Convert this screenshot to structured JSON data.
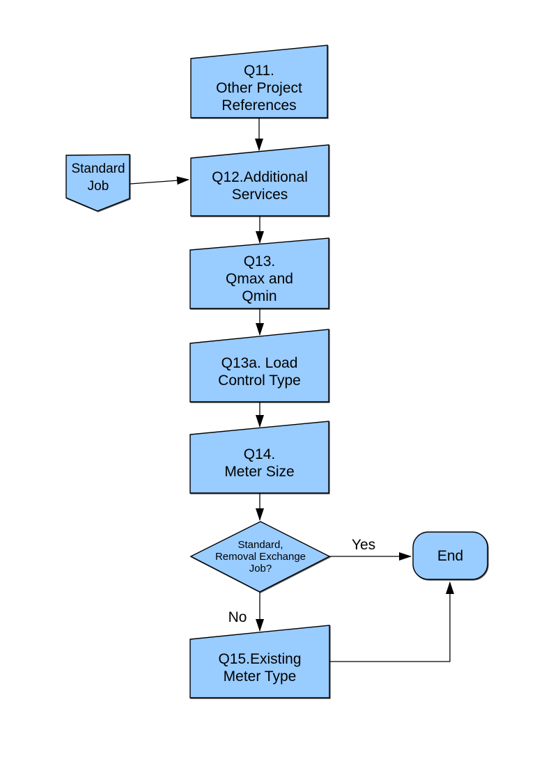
{
  "flowchart": {
    "style": {
      "fill": "#99ccff",
      "stroke": "#000000",
      "connector": "#000000",
      "text": "#000000",
      "background": "#ffffff"
    },
    "nodes": [
      {
        "id": "q11",
        "shape": "manual-input",
        "label": "Q11.\nOther Project\nReferences"
      },
      {
        "id": "standard-job",
        "shape": "pentagon-down",
        "label": "Standard\nJob"
      },
      {
        "id": "q12",
        "shape": "manual-input",
        "label": "Q12.Additional\nServices"
      },
      {
        "id": "q13",
        "shape": "manual-input",
        "label": "Q13.\nQmax and\nQmin"
      },
      {
        "id": "q13a",
        "shape": "manual-input",
        "label": "Q13a. Load\nControl Type"
      },
      {
        "id": "q14",
        "shape": "manual-input",
        "label": "Q14.\nMeter Size"
      },
      {
        "id": "decision",
        "shape": "diamond",
        "label": "Standard,\nRemoval Exchange\nJob?"
      },
      {
        "id": "end",
        "shape": "terminator",
        "label": "End"
      },
      {
        "id": "q15",
        "shape": "manual-input",
        "label": "Q15.Existing\nMeter Type"
      }
    ],
    "edges": [
      {
        "from": "q11",
        "to": "q12",
        "label": ""
      },
      {
        "from": "standard-job",
        "to": "q12",
        "label": ""
      },
      {
        "from": "q12",
        "to": "q13",
        "label": ""
      },
      {
        "from": "q13",
        "to": "q13a",
        "label": ""
      },
      {
        "from": "q13a",
        "to": "q14",
        "label": ""
      },
      {
        "from": "q14",
        "to": "decision",
        "label": ""
      },
      {
        "from": "decision",
        "to": "end",
        "label": "Yes"
      },
      {
        "from": "decision",
        "to": "q15",
        "label": "No"
      },
      {
        "from": "q15",
        "to": "end",
        "label": ""
      }
    ]
  }
}
